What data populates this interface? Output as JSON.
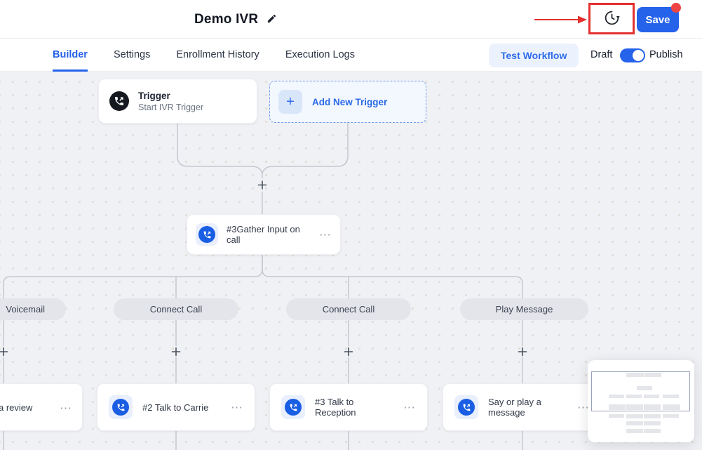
{
  "header": {
    "title": "Demo IVR",
    "save": "Save"
  },
  "tabs": [
    {
      "label": "Builder",
      "active": true
    },
    {
      "label": "Settings",
      "active": false
    },
    {
      "label": "Enrollment History",
      "active": false
    },
    {
      "label": "Execution Logs",
      "active": false
    }
  ],
  "toolbar": {
    "test_workflow": "Test Workflow",
    "draft": "Draft",
    "publish": "Publish",
    "publish_toggle_on": true
  },
  "canvas": {
    "trigger": {
      "title": "Trigger",
      "subtitle": "Start IVR Trigger"
    },
    "add_trigger": {
      "label": "Add New Trigger"
    },
    "gather": {
      "label": "#3Gather Input on call"
    },
    "branches": [
      "Voicemail",
      "Connect Call",
      "Connect Call",
      "Play Message"
    ],
    "nodes": [
      "a review",
      "#2 Talk to Carrie",
      "#3 Talk to Reception",
      "Say or play a message"
    ]
  },
  "icons": {
    "plus": "+",
    "more": "⋯",
    "edit": "pencil-icon",
    "history": "clock-history-icon",
    "phone": "phone-call-icon"
  },
  "colors": {
    "accent": "#2563eb",
    "annotation": "#e53030",
    "notification": "#ef4444",
    "pill_bg": "#e3e5ea"
  }
}
